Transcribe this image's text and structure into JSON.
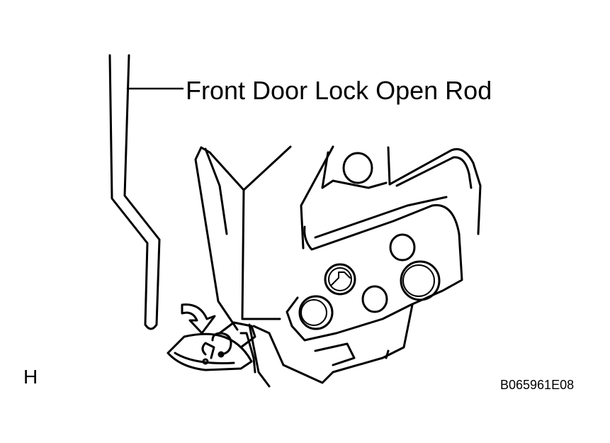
{
  "labels": {
    "rod": "Front Door Lock Open Rod",
    "view": "H",
    "figure_id": "B065961E08"
  },
  "colors": {
    "line": "#000000",
    "background": "#ffffff"
  },
  "icons": [
    "rotation-arrow-icon"
  ]
}
